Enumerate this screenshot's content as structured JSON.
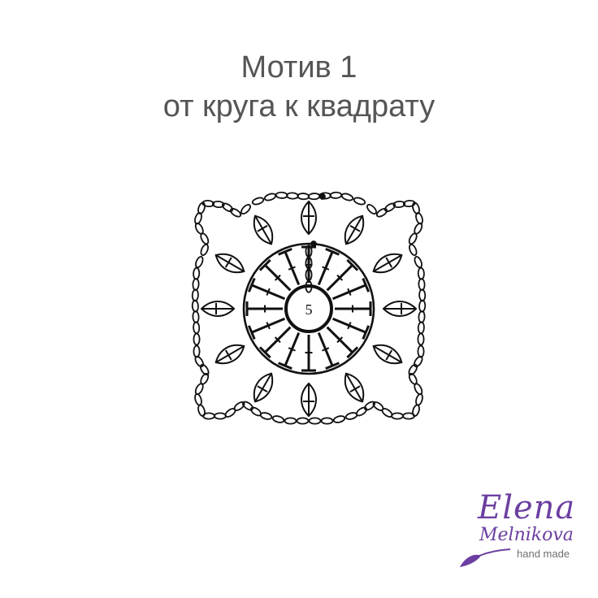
{
  "title": {
    "line1": "Мотив 1",
    "line2": "от круга к квадрату"
  },
  "diagram": {
    "center_label": "5",
    "stroke_color": "#111111"
  },
  "logo": {
    "first_name": "Elena",
    "last_name": "Melnikova",
    "subtitle": "hand made",
    "color": "#6b3fa0",
    "icon": "brush-leaf-icon"
  }
}
